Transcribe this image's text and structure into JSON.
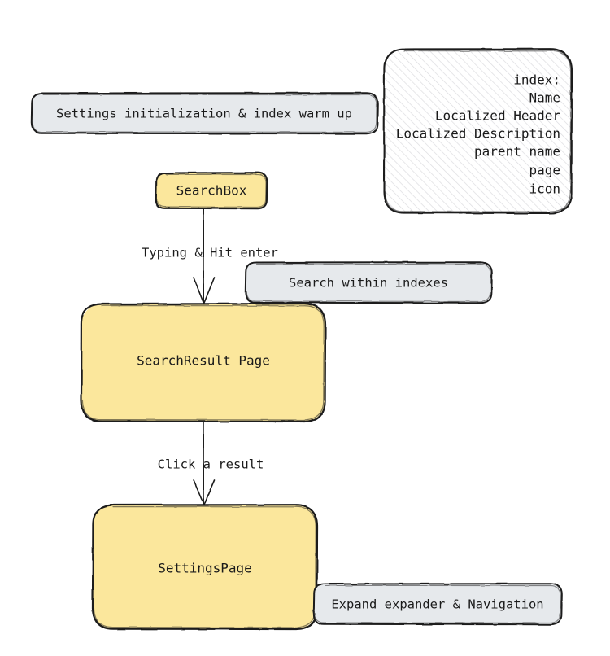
{
  "diagram": {
    "type": "flowchart",
    "style": "hand-drawn-sketch",
    "colors": {
      "node_fill": "#fbe79c",
      "label_fill": "#e6e9ec",
      "stroke": "#1a1a1a",
      "hatch_line": "#d8d8dc",
      "background": "#ffffff",
      "text": "#1a1a1a"
    },
    "nodes": [
      {
        "id": "searchbox",
        "label": "SearchBox",
        "kind": "process",
        "fill": "#fbe79c"
      },
      {
        "id": "searchresult",
        "label": "SearchResult Page",
        "kind": "process",
        "fill": "#fbe79c"
      },
      {
        "id": "settingspage",
        "label": "SettingsPage",
        "kind": "process",
        "fill": "#fbe79c"
      }
    ],
    "notes": [
      {
        "id": "note-init",
        "label": "Settings initialization & index warm up",
        "fill": "#e6e9ec"
      },
      {
        "id": "note-search",
        "label": "Search within indexes",
        "fill": "#e6e9ec"
      },
      {
        "id": "note-expand",
        "label": "Expand expander & Navigation",
        "fill": "#e6e9ec"
      }
    ],
    "index_box": {
      "id": "index-box",
      "fill": "hatched",
      "lines": [
        "index:",
        "Name",
        "Localized Header",
        "Localized Description",
        "parent name",
        "page",
        "icon"
      ]
    },
    "edges": [
      {
        "id": "edge-typing",
        "from": "searchbox",
        "to": "searchresult",
        "label": "Typing & Hit enter"
      },
      {
        "id": "edge-click",
        "from": "searchresult",
        "to": "settingspage",
        "label": "Click a result"
      }
    ]
  }
}
